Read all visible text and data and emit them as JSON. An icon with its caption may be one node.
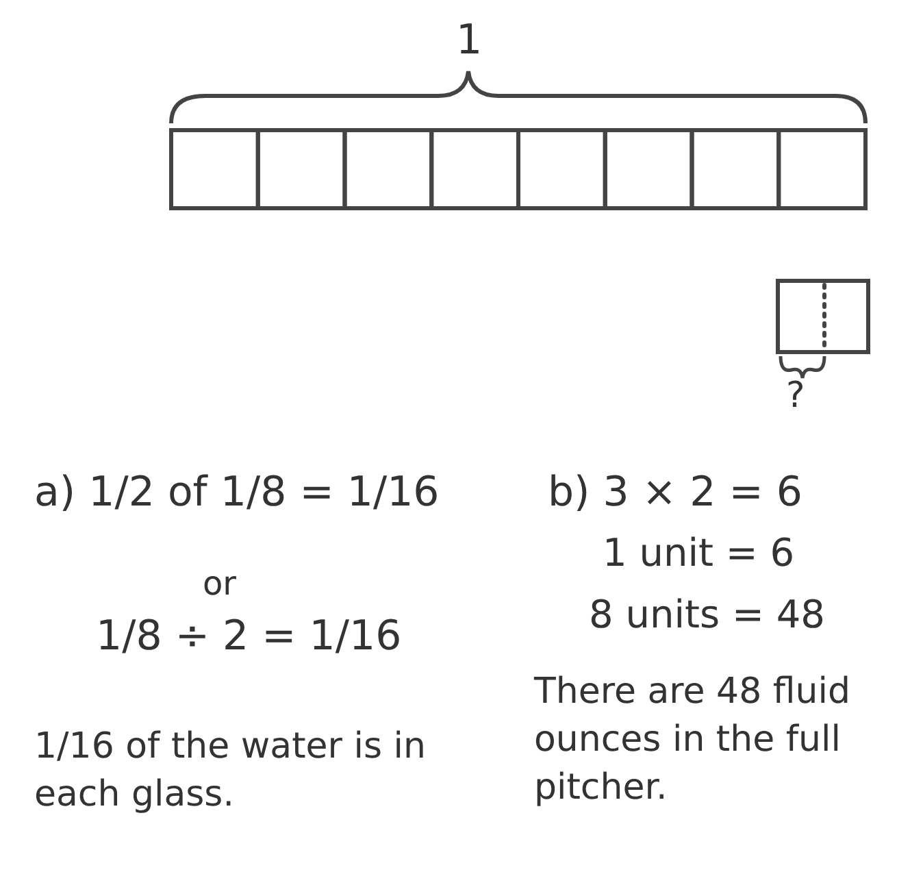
{
  "diagram": {
    "labels": [
      "1",
      "?",
      "a) 1/2 of 1/8 = 1/16",
      "or",
      "1/8 ÷ 2 = 1/16",
      "1/16 of the water is in each glass.",
      "b) 3 × 2 = 6",
      "1 unit = 6",
      "8 units = 48",
      "There are 48 fluid ounces in the full pitcher."
    ]
  }
}
